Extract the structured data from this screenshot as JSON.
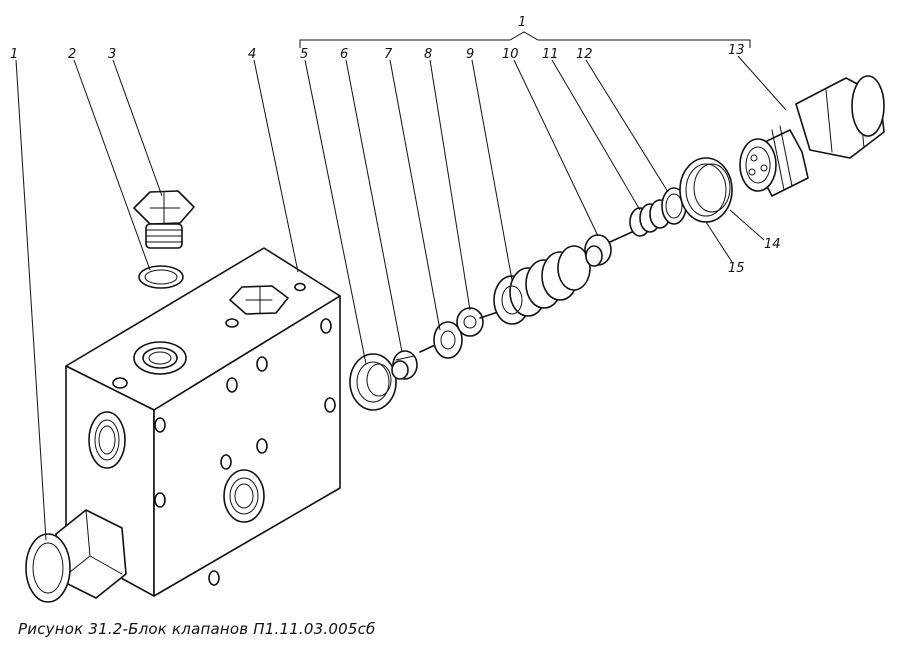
{
  "caption": "Рисунок 31.2-Блок клапанов П1.11.03.005сб",
  "callouts": {
    "top_group": "1",
    "p1": "1",
    "p2": "2",
    "p3": "3",
    "p4": "4",
    "p5": "5",
    "p6": "6",
    "p7": "7",
    "p8": "8",
    "p9": "9",
    "p10": "10",
    "p11": "11",
    "p12": "12",
    "p13": "13",
    "p14": "14",
    "p15": "15"
  }
}
